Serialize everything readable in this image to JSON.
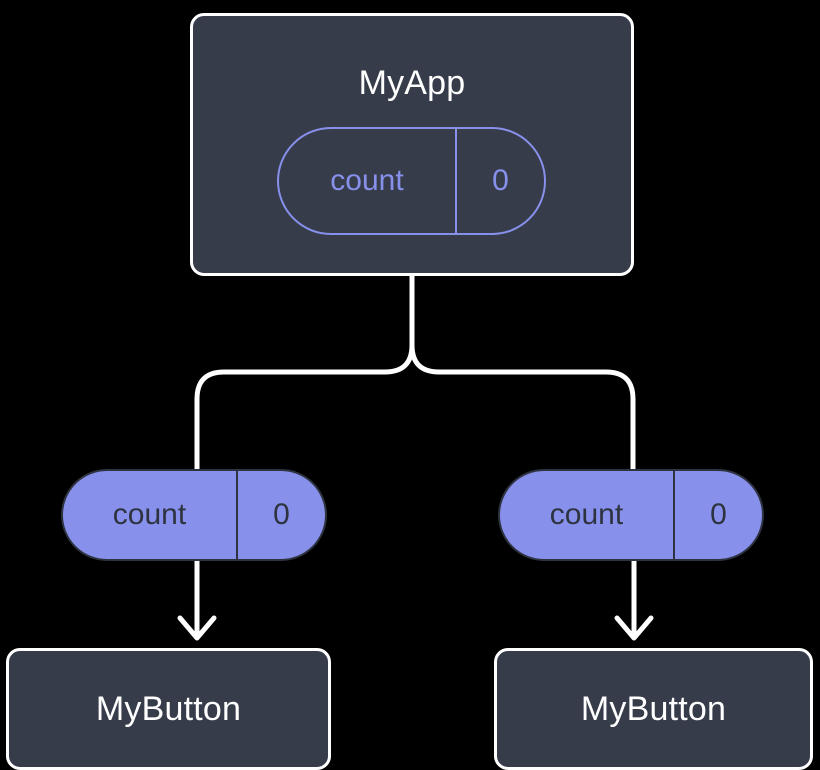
{
  "diagram": {
    "type": "component-state-tree",
    "background_color": "#000000",
    "accent_color": "#8790EB",
    "card_fill_color": "#373C4B",
    "edge_color": "#FFFFFF",
    "root": {
      "name": "MyApp",
      "state_pill": {
        "key": "count",
        "value": "0"
      }
    },
    "children": [
      {
        "props_pill": {
          "key": "count",
          "value": "0"
        },
        "name": "MyButton"
      },
      {
        "props_pill": {
          "key": "count",
          "value": "0"
        },
        "name": "MyButton"
      }
    ]
  }
}
